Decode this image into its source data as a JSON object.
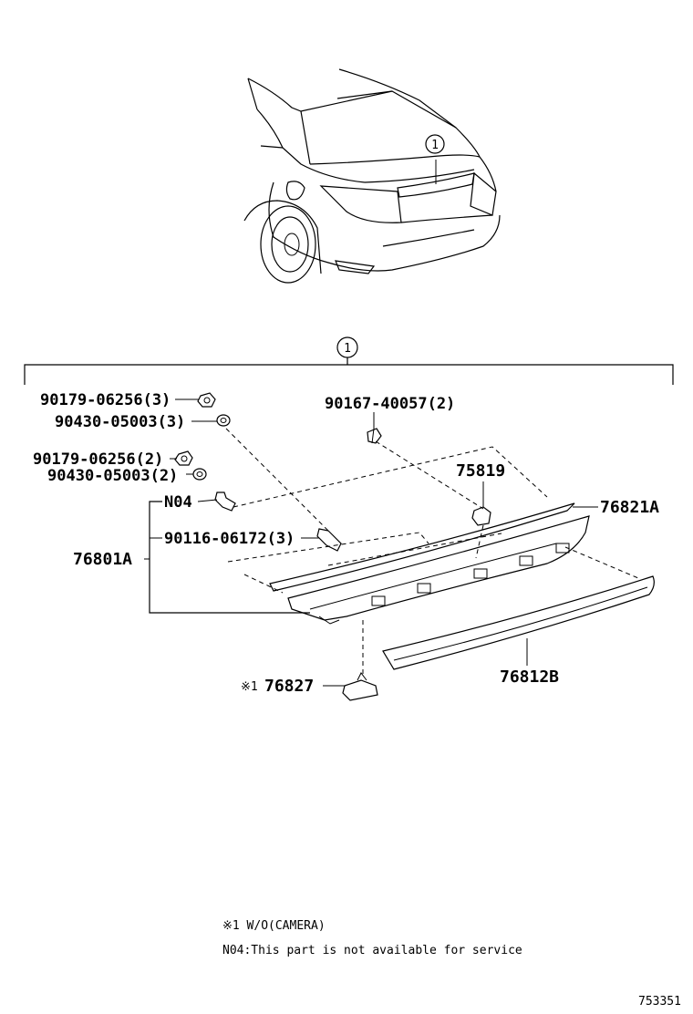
{
  "callout_number": "1",
  "car_callout_number": "1",
  "parts": {
    "p1": "90179-06256(3)",
    "p2": "90430-05003(3)",
    "p3": "90179-06256(2)",
    "p4": "90430-05003(2)",
    "p5": "N04",
    "p6": "90116-06172(3)",
    "p7": "76801A",
    "p8": "90167-40057(2)",
    "p9": "75819",
    "p10": "76821A",
    "p11": "76812B",
    "p12": "76827",
    "p12_mark": "※1"
  },
  "notes": {
    "n1": "※1 W/O(CAMERA)",
    "n2": "N04:This part is not available for service"
  },
  "diagram_id": "753351"
}
